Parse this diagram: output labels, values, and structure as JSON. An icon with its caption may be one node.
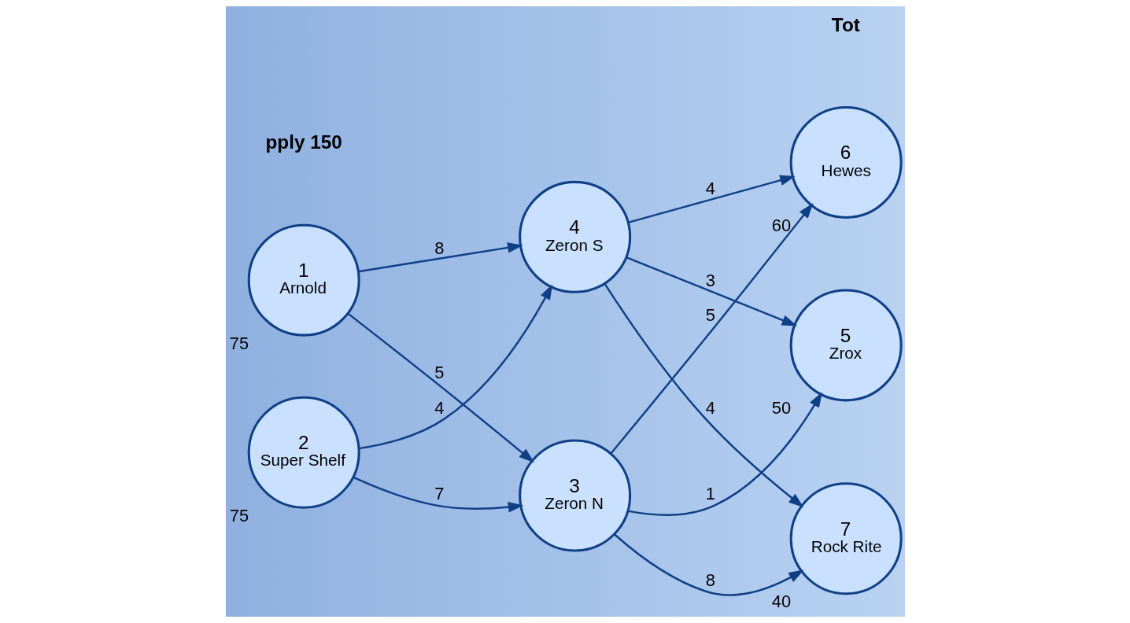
{
  "diagram": {
    "nodes": [
      {
        "text": [
          "1",
          "Arnold"
        ],
        "beside": [
          "75"
        ]
      },
      {
        "text": [
          "2",
          "Super Shelf"
        ],
        "beside": [
          "75"
        ]
      },
      {
        "text": [
          "3",
          "Zeron N"
        ]
      },
      {
        "text": [
          "4",
          "Zeron S"
        ]
      },
      {
        "text": [
          "5",
          "Zrox"
        ],
        "beside": [
          "50"
        ]
      },
      {
        "text": [
          "6",
          "Hewes"
        ],
        "beside": [
          "60"
        ]
      },
      {
        "text": [
          "7",
          "Rock Rite"
        ],
        "beside": [
          "40"
        ]
      }
    ],
    "edges": [
      {
        "from": 0,
        "to": 2,
        "arrow": "to",
        "label": "5"
      },
      {
        "from": 0,
        "to": 3,
        "arrow": "to",
        "label": "8"
      },
      {
        "from": 1,
        "to": 2,
        "arrow": "to",
        "label": "7"
      },
      {
        "from": 1,
        "to": 3,
        "arrow": "to",
        "label": "4"
      },
      {
        "from": 2,
        "to": 4,
        "arrow": "to",
        "label": "1"
      },
      {
        "from": 2,
        "to": 5,
        "arrow": "to",
        "label": "5"
      },
      {
        "from": 2,
        "to": 6,
        "arrow": "to",
        "label": "8"
      },
      {
        "from": 3,
        "to": 4,
        "arrow": "to",
        "label": "3"
      },
      {
        "from": 3,
        "to": 5,
        "arrow": "to",
        "label": "4"
      },
      {
        "from": 3,
        "to": 6,
        "arrow": "to",
        "label": "4"
      }
    ],
    "labels": [
      "pply 150",
      "Tot"
    ]
  }
}
